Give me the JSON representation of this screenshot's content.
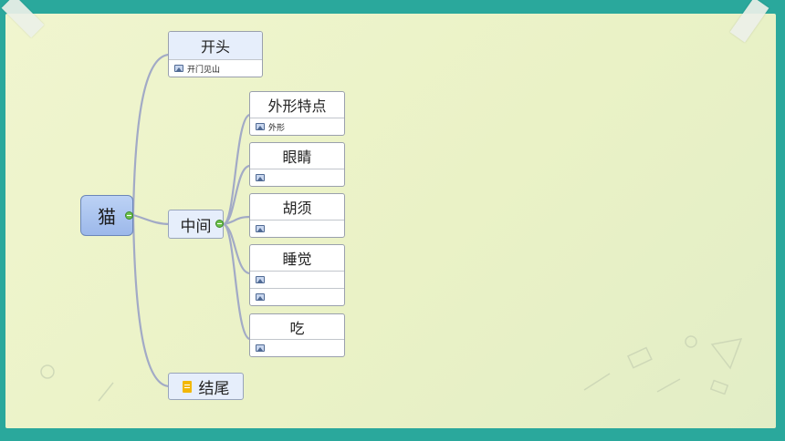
{
  "mindmap": {
    "root": {
      "label": "猫"
    },
    "start": {
      "label": "开头",
      "note": "开门见山"
    },
    "middle": {
      "label": "中间",
      "children": [
        {
          "label": "外形特点",
          "note": "外形"
        },
        {
          "label": "眼睛",
          "note": ""
        },
        {
          "label": "胡须",
          "note": ""
        },
        {
          "label": "睡觉",
          "note": "",
          "note2": ""
        },
        {
          "label": "吃",
          "note": ""
        }
      ]
    },
    "end": {
      "label": "结尾"
    }
  },
  "colors": {
    "frame": "#2aa89c",
    "paper": "#eef4cc",
    "root_fill": "#a9c3ef",
    "branch_line": "#a2aac6",
    "toggle": "#6cc04a",
    "doc_icon": "#f2b705"
  },
  "icons": {
    "attachment": "image-icon",
    "end_note": "document-icon",
    "collapse": "collapse-toggle-icon"
  }
}
